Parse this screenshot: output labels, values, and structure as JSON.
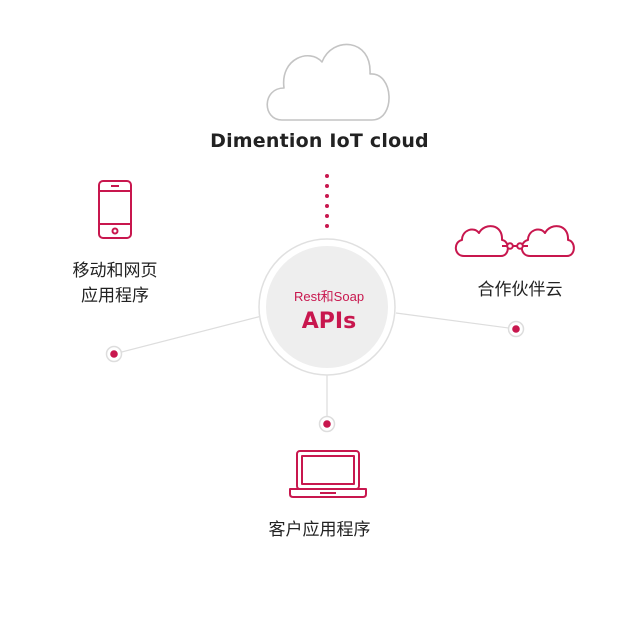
{
  "hub": {
    "line1": "Rest和Soap",
    "line2": "APIs"
  },
  "nodes": {
    "cloud": {
      "label": "Dimention IoT cloud",
      "icon": "cloud-icon"
    },
    "mobile": {
      "label_line1": "移动和网页",
      "label_line2": "应用程序",
      "icon": "smartphone-icon"
    },
    "partner": {
      "label": "合作伙伴云",
      "icon": "linked-clouds-icon"
    },
    "client": {
      "label": "客户应用程序",
      "icon": "laptop-icon"
    }
  },
  "colors": {
    "accent": "#c8174e",
    "connector": "#dddddd",
    "hub_fill": "#eeeeee",
    "hub_ring": "#e0e0e0",
    "cloud_outline": "#c4c4c4",
    "text": "#222222"
  }
}
